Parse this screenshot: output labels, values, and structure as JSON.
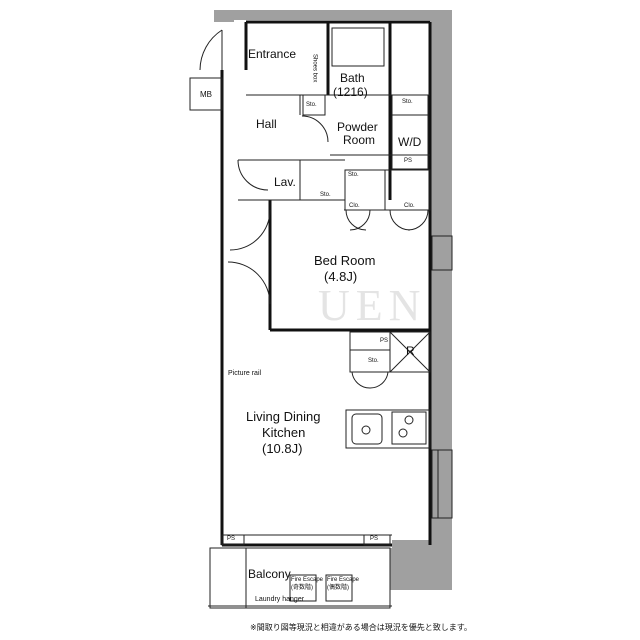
{
  "rooms": {
    "entrance": "Entrance",
    "shoes_box": "Shoes box",
    "bath": "Bath",
    "bath_size": "(1216)",
    "mb": "MB",
    "hall": "Hall",
    "powder_room": "Powder",
    "powder_room_2": "Room",
    "wd": "W/D",
    "lav": "Lav.",
    "bed_room": "Bed Room",
    "bed_room_size": "(4.8J)",
    "living": "Living Dining",
    "kitchen": "Kitchen",
    "living_size": "(10.8J)",
    "picture_rail": "Picture rail",
    "balcony": "Balcony",
    "laundry_hanger": "Laundry hanger",
    "refrigerator": "R"
  },
  "labels": {
    "sto": "Sto.",
    "clo": "Clo.",
    "ps": "PS",
    "fire_escape_1": "Fire Escape",
    "fire_escape_1b": "(奇数階)",
    "fire_escape_2": "Fire Escape",
    "fire_escape_2b": "(偶数階)"
  },
  "watermark": "UEN",
  "footer": "※間取り図等現況と相違がある場合は現況を優先と致します。"
}
